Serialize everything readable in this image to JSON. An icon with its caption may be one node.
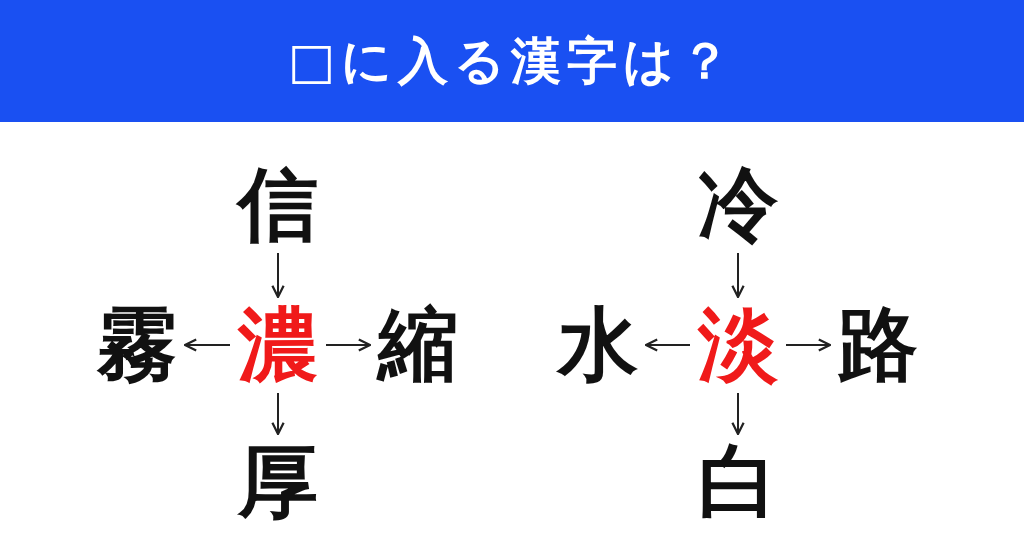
{
  "diagram": {
    "title": "□に入る漢字は？",
    "nodes": [
      {
        "text": [
          "信"
        ]
      },
      {
        "text": [
          "冷"
        ]
      },
      {
        "text": [
          "霧"
        ]
      },
      {
        "text": [
          "濃"
        ]
      },
      {
        "text": [
          "縮"
        ]
      },
      {
        "text": [
          "水"
        ]
      },
      {
        "text": [
          "淡"
        ]
      },
      {
        "text": [
          "路"
        ]
      },
      {
        "text": [
          "厚"
        ]
      },
      {
        "text": [
          "白"
        ]
      }
    ],
    "edges": [
      {
        "from": 0,
        "to": 3,
        "arrow": "to"
      },
      {
        "from": 3,
        "to": 2,
        "arrow": "to"
      },
      {
        "from": 3,
        "to": 4,
        "arrow": "to"
      },
      {
        "from": 3,
        "to": 8,
        "arrow": "to"
      },
      {
        "from": 1,
        "to": 6,
        "arrow": "to"
      },
      {
        "from": 6,
        "to": 5,
        "arrow": "to"
      },
      {
        "from": 6,
        "to": 7,
        "arrow": "to"
      },
      {
        "from": 6,
        "to": 9,
        "arrow": "to"
      }
    ]
  }
}
